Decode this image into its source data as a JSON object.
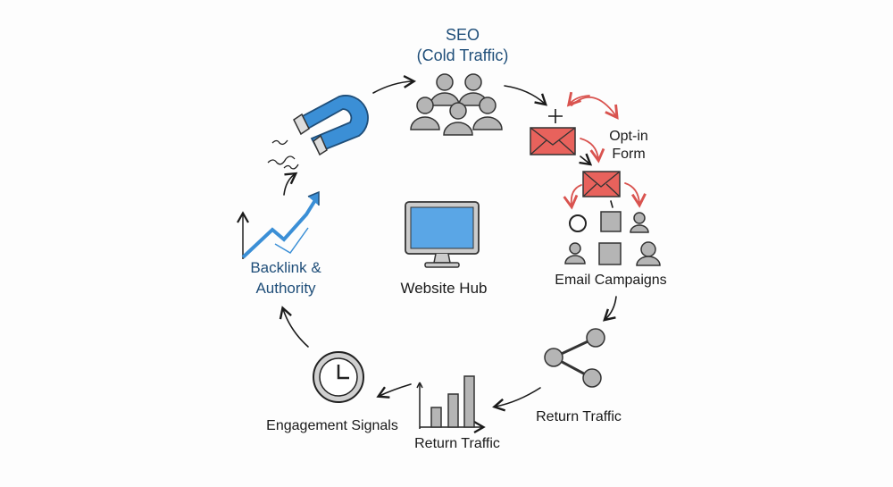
{
  "nodes": {
    "seo": {
      "title": "SEO",
      "subtitle": "(Cold Traffic)"
    },
    "opt_in": {
      "line1": "Opt-in",
      "line2": "Form"
    },
    "email": {
      "label": "Email Campaigns"
    },
    "share": {
      "label": "Return Traffic"
    },
    "chart": {
      "label": "Return Traffic"
    },
    "engagement": {
      "label": "Engagement Signals"
    },
    "backlink": {
      "line1": "Backlink &",
      "line2": "Authority"
    },
    "hub": {
      "label": "Website Hub"
    }
  },
  "colors": {
    "accent_blue": "#3b8fd6",
    "label_blue": "#1f4e79",
    "email_red": "#e8625c",
    "icon_gray": "#b5b5b5"
  }
}
